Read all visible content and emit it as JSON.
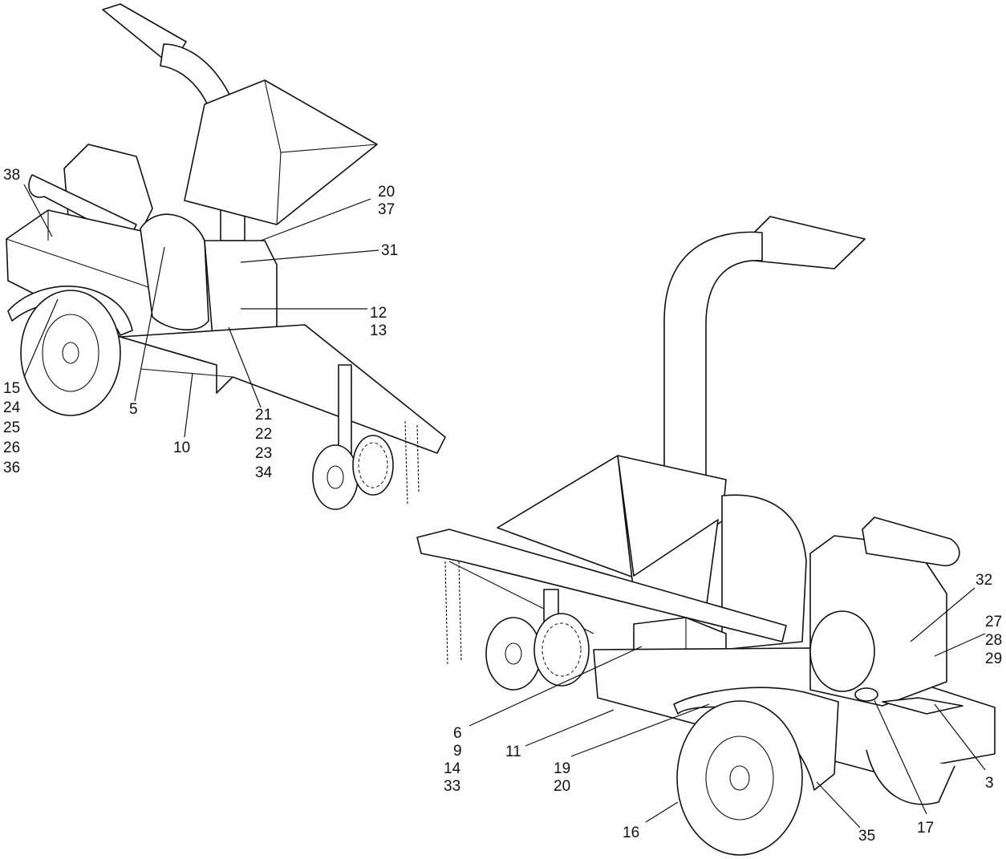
{
  "callouts": {
    "c38": "38",
    "c20a": "20",
    "c37": "37",
    "c31": "31",
    "c12": "12",
    "c13": "13",
    "c15": "15",
    "c24": "24",
    "c25": "25",
    "c26": "26",
    "c36": "36",
    "c5": "5",
    "c10": "10",
    "c21": "21",
    "c22": "22",
    "c23": "23",
    "c34": "34",
    "c32": "32",
    "c27": "27",
    "c28": "28",
    "c29": "29",
    "c6": "6",
    "c9": "9",
    "c14": "14",
    "c33": "33",
    "c11": "11",
    "c19": "19",
    "c20b": "20",
    "c3": "3",
    "c17": "17",
    "c16": "16",
    "c35": "35"
  }
}
